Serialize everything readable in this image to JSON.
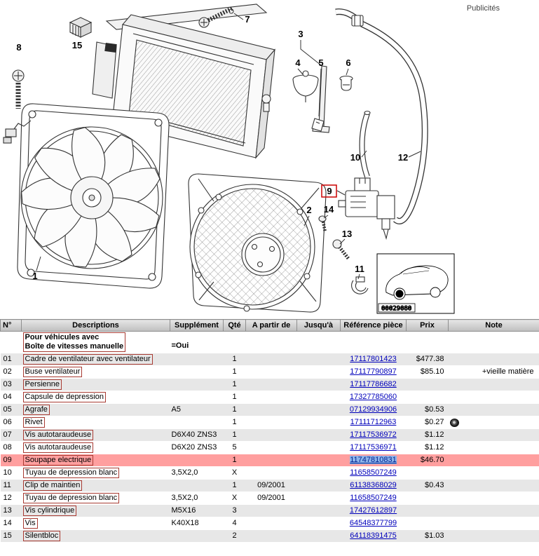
{
  "page": {
    "ads_label": "Publicités"
  },
  "diagram": {
    "image_code": "00029080",
    "highlight_color": "#cc0000",
    "callouts": [
      {
        "n": "1"
      },
      {
        "n": "2"
      },
      {
        "n": "3"
      },
      {
        "n": "4"
      },
      {
        "n": "5"
      },
      {
        "n": "6"
      },
      {
        "n": "7"
      },
      {
        "n": "8"
      },
      {
        "n": "9",
        "highlighted": true
      },
      {
        "n": "10"
      },
      {
        "n": "11"
      },
      {
        "n": "12"
      },
      {
        "n": "13"
      },
      {
        "n": "14"
      },
      {
        "n": "15"
      }
    ]
  },
  "table": {
    "headers": [
      "N°",
      "Descriptions",
      "Supplément",
      "Qté",
      "A partir de",
      "Jusqu'à",
      "Référence pièce",
      "Prix",
      "Note"
    ],
    "group": {
      "line1": "Pour véhicules avec",
      "line2": "Boîte de vitesses manuelle",
      "value": "=Oui"
    },
    "colors": {
      "row_alt": "#e7e7e7",
      "row_highlight": "#ff9f9f",
      "ref_highlight_bg": "#8cb4ea",
      "link": "#0000bb",
      "desc_box_border": "#a83a32"
    },
    "rows": [
      {
        "no": "01",
        "desc": "Cadre de ventilateur avec ventilateur",
        "supp": "",
        "qty": "1",
        "from": "",
        "to": "",
        "ref": "17117801423",
        "price": "$477.38",
        "note": ""
      },
      {
        "no": "02",
        "desc": "Buse ventilateur",
        "supp": "",
        "qty": "1",
        "from": "",
        "to": "",
        "ref": "17117790897",
        "price": "$85.10",
        "note": "+vieille matière"
      },
      {
        "no": "03",
        "desc": "Persienne",
        "supp": "",
        "qty": "1",
        "from": "",
        "to": "",
        "ref": "17117786682",
        "price": "",
        "note": ""
      },
      {
        "no": "04",
        "desc": "Capsule de depression",
        "supp": "",
        "qty": "1",
        "from": "",
        "to": "",
        "ref": "17327785060",
        "price": "",
        "note": ""
      },
      {
        "no": "05",
        "desc": "Agrafe",
        "supp": "A5",
        "qty": "1",
        "from": "",
        "to": "",
        "ref": "07129934906",
        "price": "$0.53",
        "note": ""
      },
      {
        "no": "06",
        "desc": "Rivet",
        "supp": "",
        "qty": "1",
        "from": "",
        "to": "",
        "ref": "17111712963",
        "price": "$0.27",
        "note": "",
        "note_icon": "wheel-icon"
      },
      {
        "no": "07",
        "desc": "Vis autotaraudeuse",
        "supp": "D6X40 ZNS3",
        "qty": "1",
        "from": "",
        "to": "",
        "ref": "17117536972",
        "price": "$1.12",
        "note": ""
      },
      {
        "no": "08",
        "desc": "Vis autotaraudeuse",
        "supp": "D6X20 ZNS3",
        "qty": "5",
        "from": "",
        "to": "",
        "ref": "17117536971",
        "price": "$1.12",
        "note": ""
      },
      {
        "no": "09",
        "desc": "Soupape electrique",
        "supp": "",
        "qty": "1",
        "from": "",
        "to": "",
        "ref": "11747810831",
        "price": "$46.70",
        "note": "",
        "highlighted": true,
        "ref_highlighted": true
      },
      {
        "no": "10",
        "desc": "Tuyau de depression blanc",
        "supp": "3,5X2,0",
        "qty": "X",
        "from": "",
        "to": "",
        "ref": "11658507249",
        "price": "",
        "note": ""
      },
      {
        "no": "11",
        "desc": "Clip de maintien",
        "supp": "",
        "qty": "1",
        "from": "09/2001",
        "to": "",
        "ref": "61138368029",
        "price": "$0.43",
        "note": ""
      },
      {
        "no": "12",
        "desc": "Tuyau de depression blanc",
        "supp": "3,5X2,0",
        "qty": "X",
        "from": "09/2001",
        "to": "",
        "ref": "11658507249",
        "price": "",
        "note": ""
      },
      {
        "no": "13",
        "desc": "Vis cylindrique",
        "supp": "M5X16",
        "qty": "3",
        "from": "",
        "to": "",
        "ref": "17427612897",
        "price": "",
        "note": ""
      },
      {
        "no": "14",
        "desc": "Vis",
        "supp": "K40X18",
        "qty": "4",
        "from": "",
        "to": "",
        "ref": "64548377799",
        "price": "",
        "note": ""
      },
      {
        "no": "15",
        "desc": "Silentbloc",
        "supp": "",
        "qty": "2",
        "from": "",
        "to": "",
        "ref": "64118391475",
        "price": "$1.03",
        "note": ""
      }
    ]
  }
}
